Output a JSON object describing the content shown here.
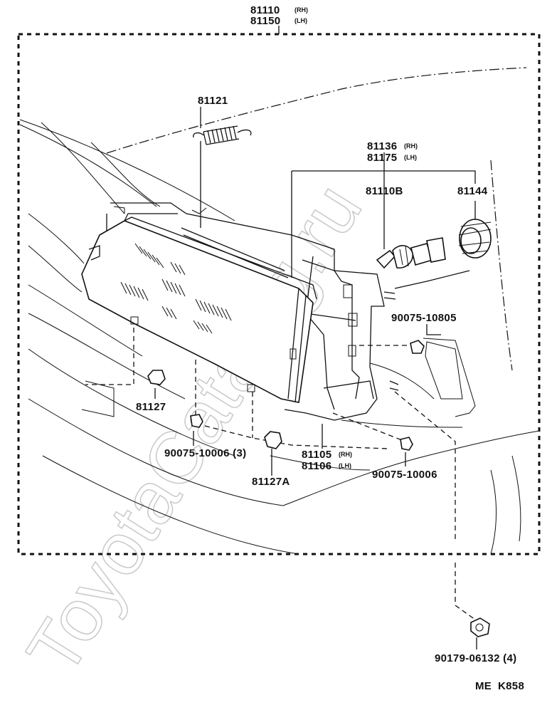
{
  "diagram": {
    "assembly": {
      "part_rh": "81110",
      "tag_rh": "(RH)",
      "part_lh": "81150",
      "tag_lh": "(LH)"
    },
    "parts": {
      "spring": "81121",
      "socket_rh": "81136",
      "socket_rh_tag": "(RH)",
      "socket_lh": "81175",
      "socket_lh_tag": "(LH)",
      "bulb": "81110B",
      "cap": "81144",
      "bolt_top": "90075-10805",
      "retainer": "81127",
      "nut_small": "90075-10006 (3)",
      "housing_rh": "81105",
      "housing_rh_tag": "(RH)",
      "housing_lh": "81106",
      "housing_lh_tag": "(LH)",
      "retainer_a": "81127A",
      "nut_right": "90075-10006",
      "screw": "90179-06132 (4)"
    },
    "code": "ME  K858",
    "watermark": "ToyotaCatalog.ru"
  }
}
